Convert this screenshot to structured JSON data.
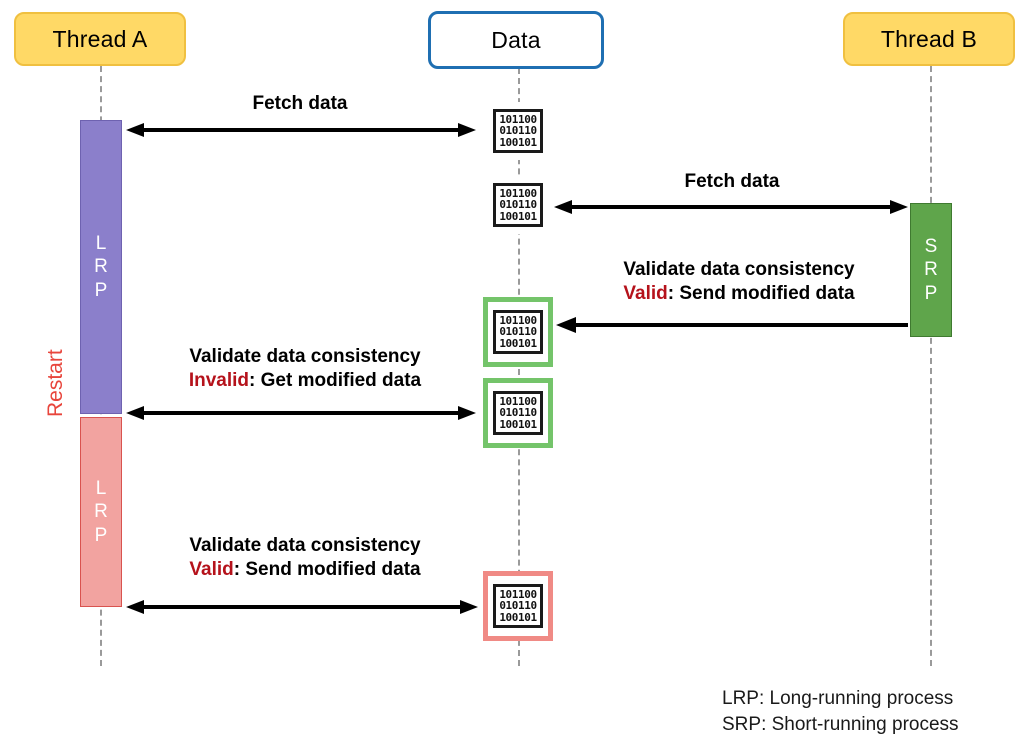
{
  "diagram": {
    "title": "Thread synchronization sequence diagram",
    "colors": {
      "thread_box": "#FFD966",
      "data_box_border": "#1F6FB2",
      "lrp_first": "#8B7FCB",
      "lrp_restart": "#F2A3A0",
      "srp": "#5FA54B",
      "valid_ring": "#74C46A",
      "invalid_ring": "#F08A85",
      "verdict_text": "#B5121B",
      "restart_text": "#E8453C",
      "lifeline": "#9a9a9a",
      "arrow": "#000000"
    }
  },
  "actors": [
    {
      "id": "thread-a",
      "label": "Thread A"
    },
    {
      "id": "data",
      "label": "Data"
    },
    {
      "id": "thread-b",
      "label": "Thread B"
    }
  ],
  "activations": [
    {
      "id": "lrp-first",
      "process": "LRP",
      "glyphs": [
        "L",
        "R",
        "P"
      ],
      "color": "#8B7FCB"
    },
    {
      "id": "lrp-restart",
      "process": "LRP",
      "glyphs": [
        "L",
        "R",
        "P"
      ],
      "color": "#F2A3A0"
    },
    {
      "id": "srp",
      "process": "SRP",
      "glyphs": [
        "S",
        "R",
        "P"
      ],
      "color": "#5FA54B"
    }
  ],
  "restart": {
    "label": "Restart"
  },
  "data_icon": {
    "bits": [
      "101100",
      "010110",
      "100101"
    ],
    "states": {
      "neutral": "no-ring",
      "valid": "green-ring",
      "invalid": "red-ring"
    }
  },
  "data_icons": [
    {
      "id": "data-icon-1",
      "state": "neutral"
    },
    {
      "id": "data-icon-2",
      "state": "neutral"
    },
    {
      "id": "data-icon-3",
      "state": "valid"
    },
    {
      "id": "data-icon-4",
      "state": "valid"
    },
    {
      "id": "data-icon-5",
      "state": "invalid"
    }
  ],
  "messages": [
    {
      "id": "msg-fetch-a",
      "from": "data",
      "to": "thread-a",
      "arrow": "double",
      "line1": "Fetch data",
      "line2": "",
      "verdict": ""
    },
    {
      "id": "msg-fetch-b",
      "from": "data",
      "to": "thread-b",
      "arrow": "double",
      "line1": "Fetch data",
      "line2": "",
      "verdict": ""
    },
    {
      "id": "msg-srp-valid",
      "from": "thread-b",
      "to": "data",
      "arrow": "single-left",
      "line1": "Validate data consistency",
      "verdict": "Valid",
      "line2_rest": ": Send modified data"
    },
    {
      "id": "msg-lrp-invalid",
      "from": "thread-a",
      "to": "data",
      "arrow": "double",
      "line1": "Validate data consistency",
      "verdict": "Invalid",
      "line2_rest": ": Get modified data"
    },
    {
      "id": "msg-lrp-valid",
      "from": "thread-a",
      "to": "data",
      "arrow": "double",
      "line1": "Validate data consistency",
      "verdict": "Valid",
      "line2_rest": ": Send modified data"
    }
  ],
  "legend": {
    "line1": "LRP: Long-running process",
    "line2": "SRP: Short-running process"
  }
}
